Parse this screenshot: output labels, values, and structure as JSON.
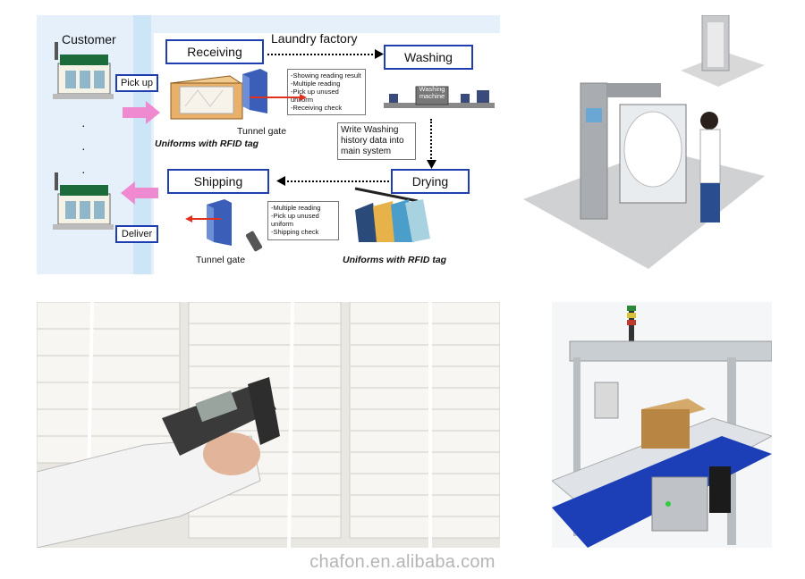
{
  "diagram": {
    "customer_label": "Customer",
    "pickup_label": "Pick up",
    "deliver_label": "Deliver",
    "laundry_factory_label": "Laundry factory",
    "receiving_label": "Receiving",
    "washing_label": "Washing",
    "shipping_label": "Shipping",
    "drying_label": "Drying",
    "washing_machine_label": "Washing machine",
    "tunnel_gate_top": "Tunnel gate",
    "tunnel_gate_bottom": "Tunnel gate",
    "uniforms_tag_top": "Uniforms with RFID tag",
    "uniforms_tag_bottom": "Uniforms with RFID tag",
    "receiving_note": "-Showing reading result\n-Multiple reading\n-Pick up unused\n uniform\n-Receiving check",
    "write_history_note": "Write Washing\nhistory data into\nmain system",
    "shipping_note": "-Multiple reading\n-Pick up unused\n uniform\n-Shipping check"
  },
  "watermark": "chafon.en.alibaba.com",
  "colors": {
    "box_border": "#1f3fb0",
    "arrow_pink": "#f08ad0",
    "red_arrow": "#e0301e",
    "panel_bg": "#e6f0fb"
  }
}
